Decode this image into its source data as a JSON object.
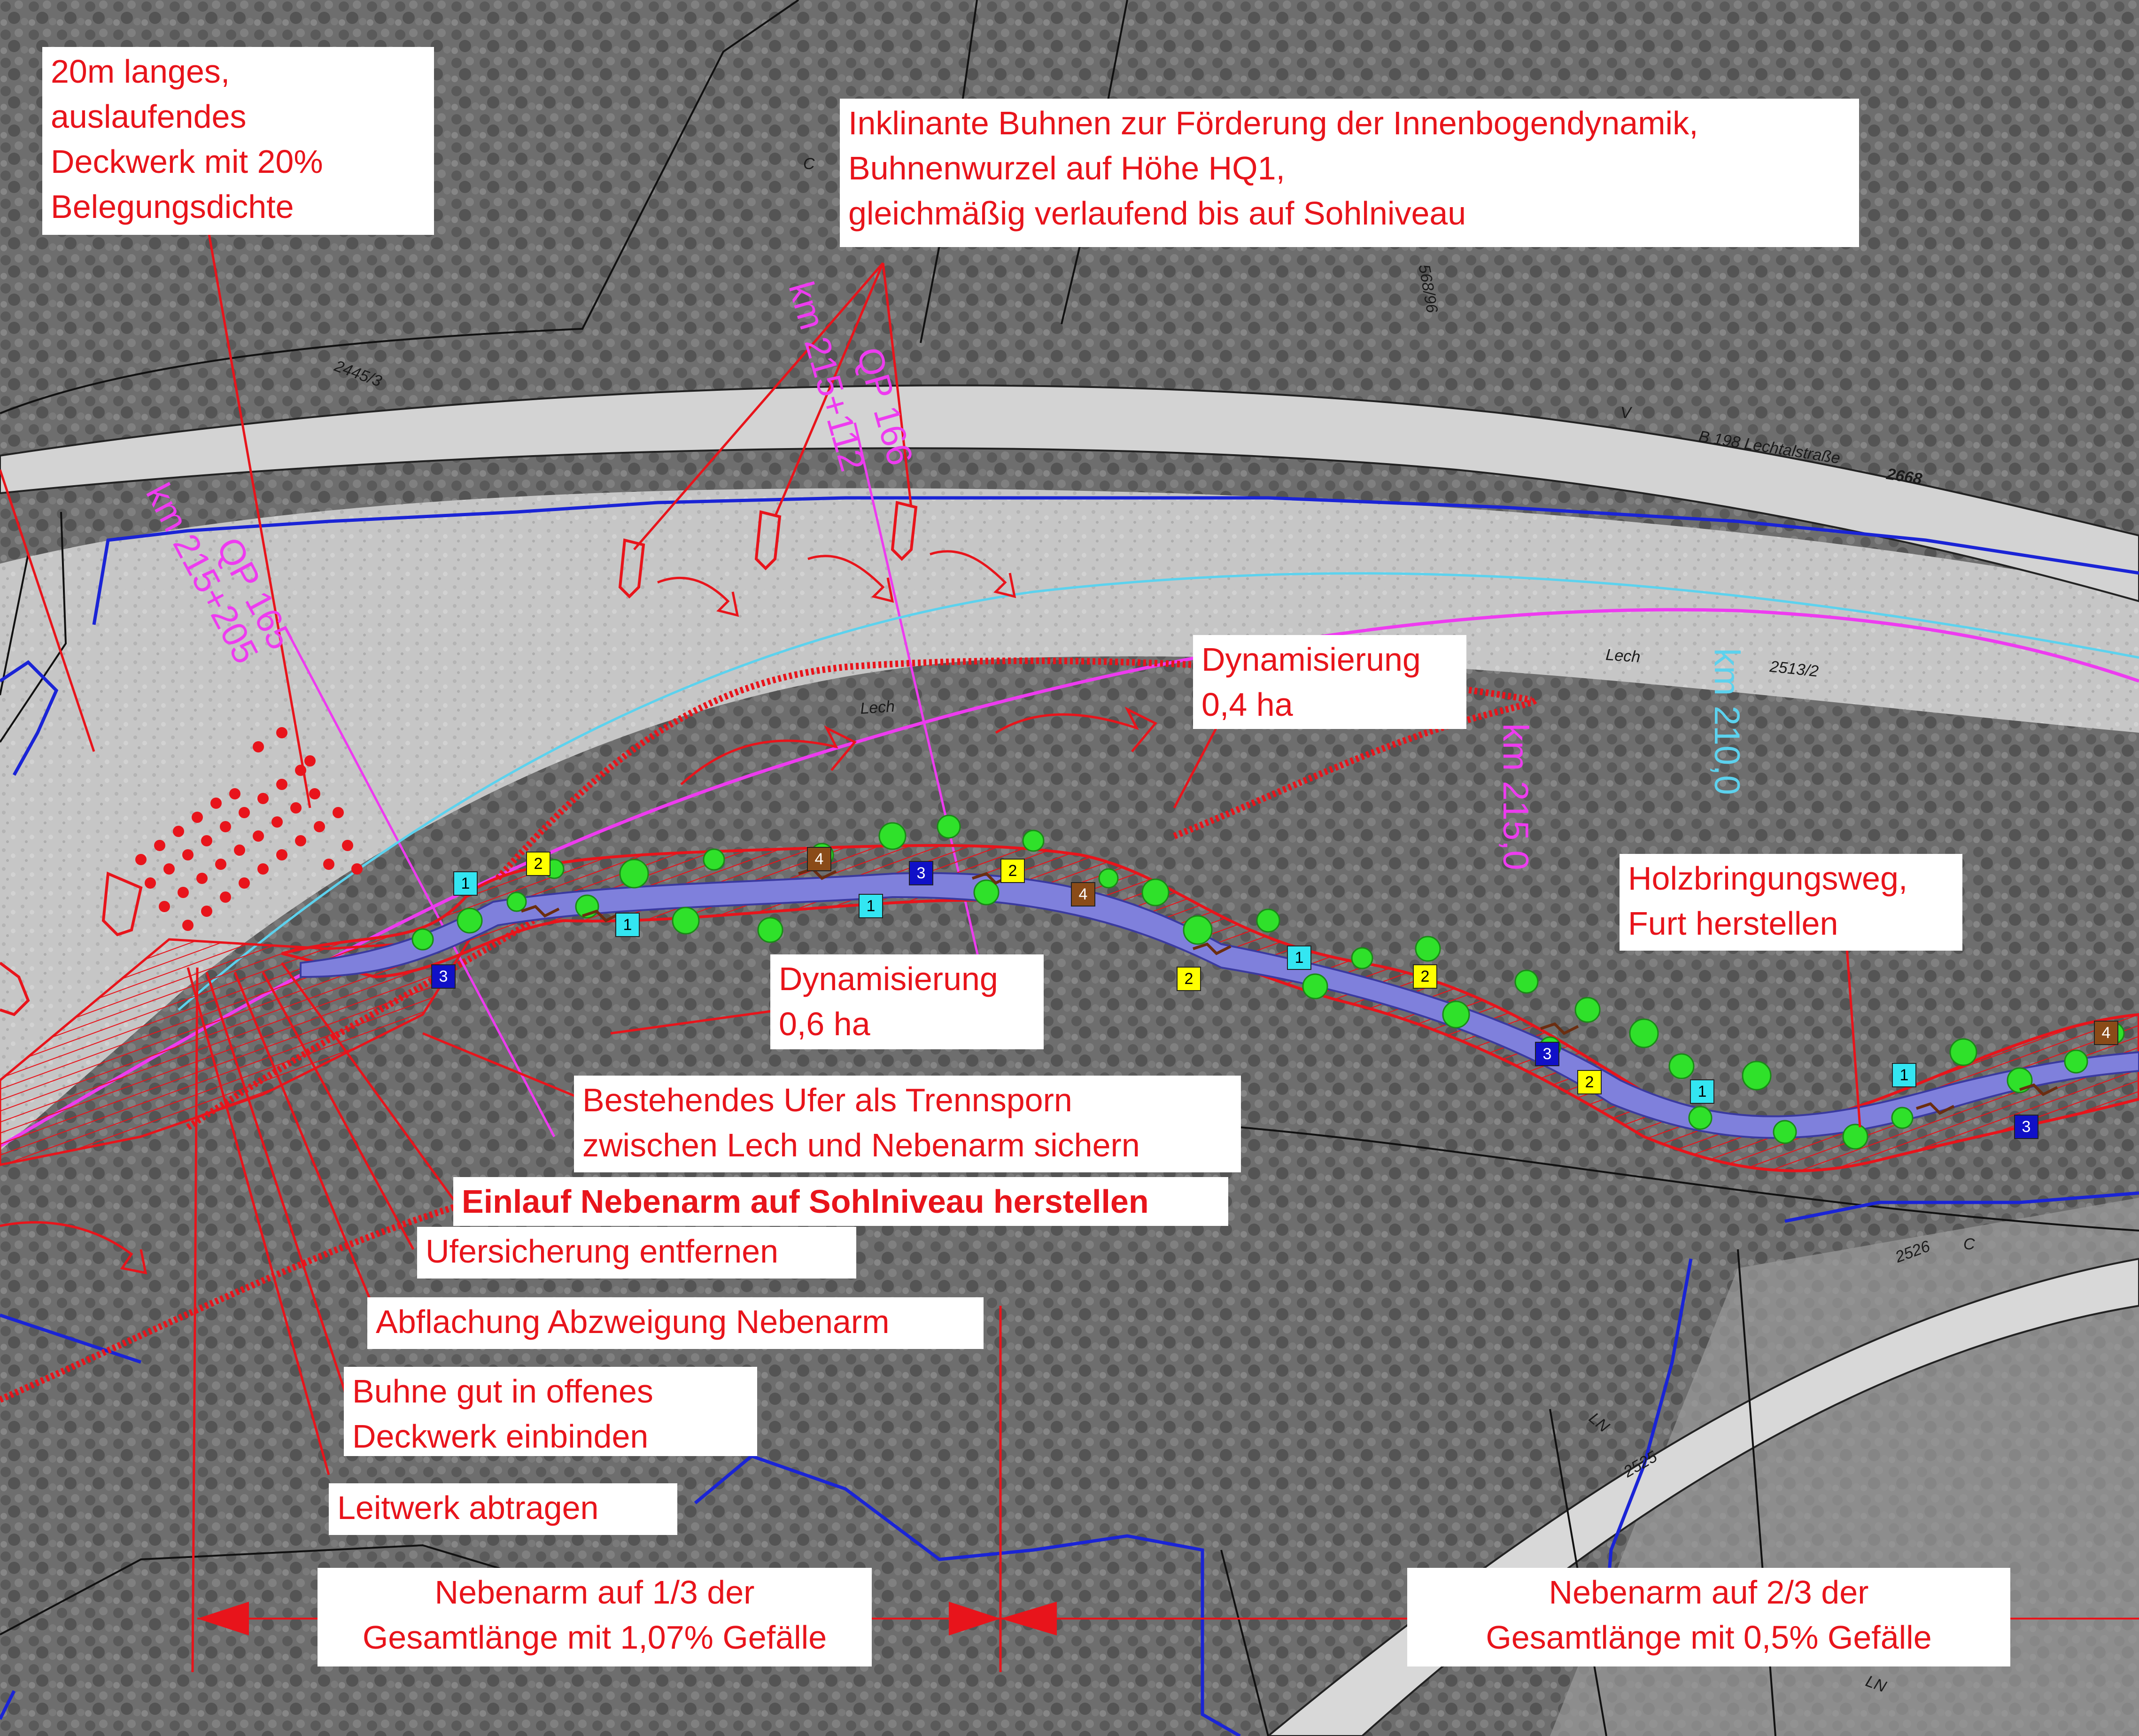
{
  "colors": {
    "annotation": "#e8141b",
    "magenta_line": "#ee3bf0",
    "cyan_line": "#5cd2ee",
    "blue_contour": "#1a24d6",
    "new_channel": "#7f80dc",
    "vegetation": "#2fe12a",
    "badge_1": "#33e6f2",
    "badge_2": "#ffff00",
    "badge_3": "#1010c8",
    "badge_4": "#8a4b18"
  },
  "annotations": {
    "deckwerk": [
      "20m langes,",
      "auslaufendes",
      "Deckwerk mit 20%",
      "Belegungsdichte"
    ],
    "buhnen": [
      "Inklinante Buhnen zur Förderung der Innenbogendynamik,",
      "Buhnenwurzel auf Höhe HQ1,",
      "gleichmäßig verlaufend bis auf Sohlniveau"
    ],
    "dynamisierung_04": [
      "Dynamisierung",
      "0,4 ha"
    ],
    "dynamisierung_06": [
      "Dynamisierung",
      "0,6 ha"
    ],
    "holzbringung": [
      "Holzbringungsweg,",
      "Furt herstellen"
    ],
    "trennsporn": [
      "Bestehendes Ufer als Trennsporn",
      "zwischen Lech und Nebenarm sichern"
    ],
    "einlauf": "Einlauf Nebenarm auf Sohlniveau herstellen",
    "ufersicherung": "Ufersicherung entfernen",
    "abflachung": "Abflachung Abzweigung Nebenarm",
    "buhne_deckwerk": [
      "Buhne gut in offenes",
      "Deckwerk einbinden"
    ],
    "leitwerk": "Leitwerk abtragen",
    "nebenarm_13": [
      "Nebenarm auf 1/3 der",
      "Gesamtlänge mit 1,07% Gefälle"
    ],
    "nebenarm_23": [
      "Nebenarm auf 2/3 der",
      "Gesamtlänge mit 0,5% Gefälle"
    ]
  },
  "map_lines": {
    "qp165": "QP 165",
    "km165": "km 215+205",
    "qp166": "QP 166",
    "km166": "km 215+112",
    "km2150": "km 215,0",
    "km2100": "km 210,0"
  },
  "map_labels": {
    "parcel_2445": "2445/3",
    "road": "B 198 Lechtalstraße",
    "parcel_2668": "2668",
    "parcel_2513": "2513/2",
    "lech_1": "Lech",
    "lech_2": "Lech",
    "parcel_2526": "2526",
    "parcel_2525": "2525",
    "parcel_568": "568/96",
    "ln_1": "LN",
    "ln_2": "LN",
    "v_mark": "V",
    "c_mark_1": "C",
    "c_mark_2": "C"
  },
  "badges": [
    {
      "n": "1",
      "type": "1"
    },
    {
      "n": "2",
      "type": "2"
    },
    {
      "n": "3",
      "type": "3"
    },
    {
      "n": "4",
      "type": "4"
    },
    {
      "n": "3",
      "type": "3"
    },
    {
      "n": "2",
      "type": "2"
    },
    {
      "n": "1",
      "type": "1"
    },
    {
      "n": "4",
      "type": "4"
    },
    {
      "n": "1",
      "type": "1"
    },
    {
      "n": "2",
      "type": "2"
    },
    {
      "n": "1",
      "type": "1"
    },
    {
      "n": "2",
      "type": "2"
    },
    {
      "n": "3",
      "type": "3"
    },
    {
      "n": "2",
      "type": "2"
    },
    {
      "n": "1",
      "type": "1"
    },
    {
      "n": "1",
      "type": "1"
    },
    {
      "n": "3",
      "type": "3"
    },
    {
      "n": "4",
      "type": "4"
    }
  ]
}
